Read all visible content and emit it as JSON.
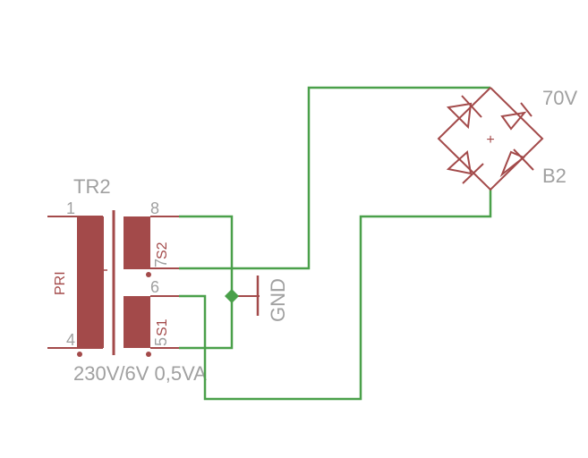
{
  "schematic": {
    "transformer": {
      "name": "TR2",
      "value": "230V/6V 0,5VA",
      "primary_label": "PRI",
      "secondary1_label": "S1",
      "secondary2_label": "S2",
      "pins": {
        "p1": "1",
        "p4": "4",
        "p5": "5",
        "p6": "6",
        "p7": "7",
        "p8": "8"
      }
    },
    "rectifier": {
      "name": "B2",
      "value": "70V",
      "plus": "+"
    },
    "ground": {
      "label": "GND"
    },
    "colors": {
      "wire": "#4aa04a",
      "part": "#a34a4a",
      "text": "#a0a0a0"
    }
  }
}
